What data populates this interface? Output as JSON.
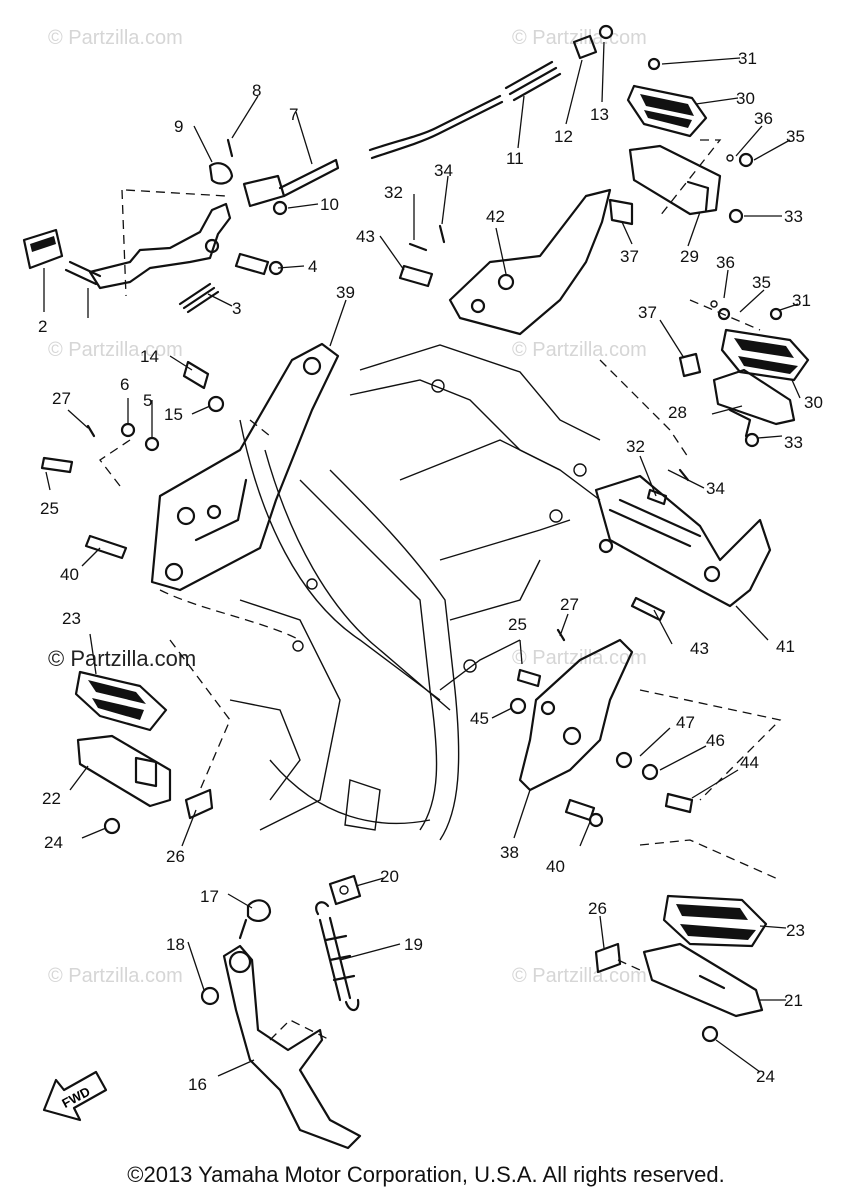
{
  "watermark": "© Partzilla.com",
  "copyright": "©2013 Yamaha Motor Corporation, U.S.A. All rights reserved.",
  "fwd_label": "FWD",
  "callouts": {
    "c2": "2",
    "c3": "3",
    "c4": "4",
    "c5": "5",
    "c6": "6",
    "c7": "7",
    "c8": "8",
    "c9": "9",
    "c10": "10",
    "c11": "11",
    "c12": "12",
    "c13": "13",
    "c14": "14",
    "c15": "15",
    "c16": "16",
    "c17": "17",
    "c18": "18",
    "c19": "19",
    "c20": "20",
    "c21": "21",
    "c22": "22",
    "c23a": "23",
    "c23b": "23",
    "c24a": "24",
    "c24b": "24",
    "c25a": "25",
    "c25b": "25",
    "c26a": "26",
    "c26b": "26",
    "c27a": "27",
    "c27b": "27",
    "c28": "28",
    "c29": "29",
    "c30a": "30",
    "c30b": "30",
    "c31a": "31",
    "c31b": "31",
    "c32a": "32",
    "c32b": "32",
    "c33a": "33",
    "c33b": "33",
    "c34a": "34",
    "c34b": "34",
    "c35a": "35",
    "c35b": "35",
    "c36a": "36",
    "c36b": "36",
    "c37a": "37",
    "c37b": "37",
    "c38": "38",
    "c39": "39",
    "c40a": "40",
    "c40b": "40",
    "c41": "41",
    "c42": "42",
    "c43a": "43",
    "c43b": "43",
    "c44": "44",
    "c45": "45",
    "c46": "46",
    "c47": "47"
  }
}
